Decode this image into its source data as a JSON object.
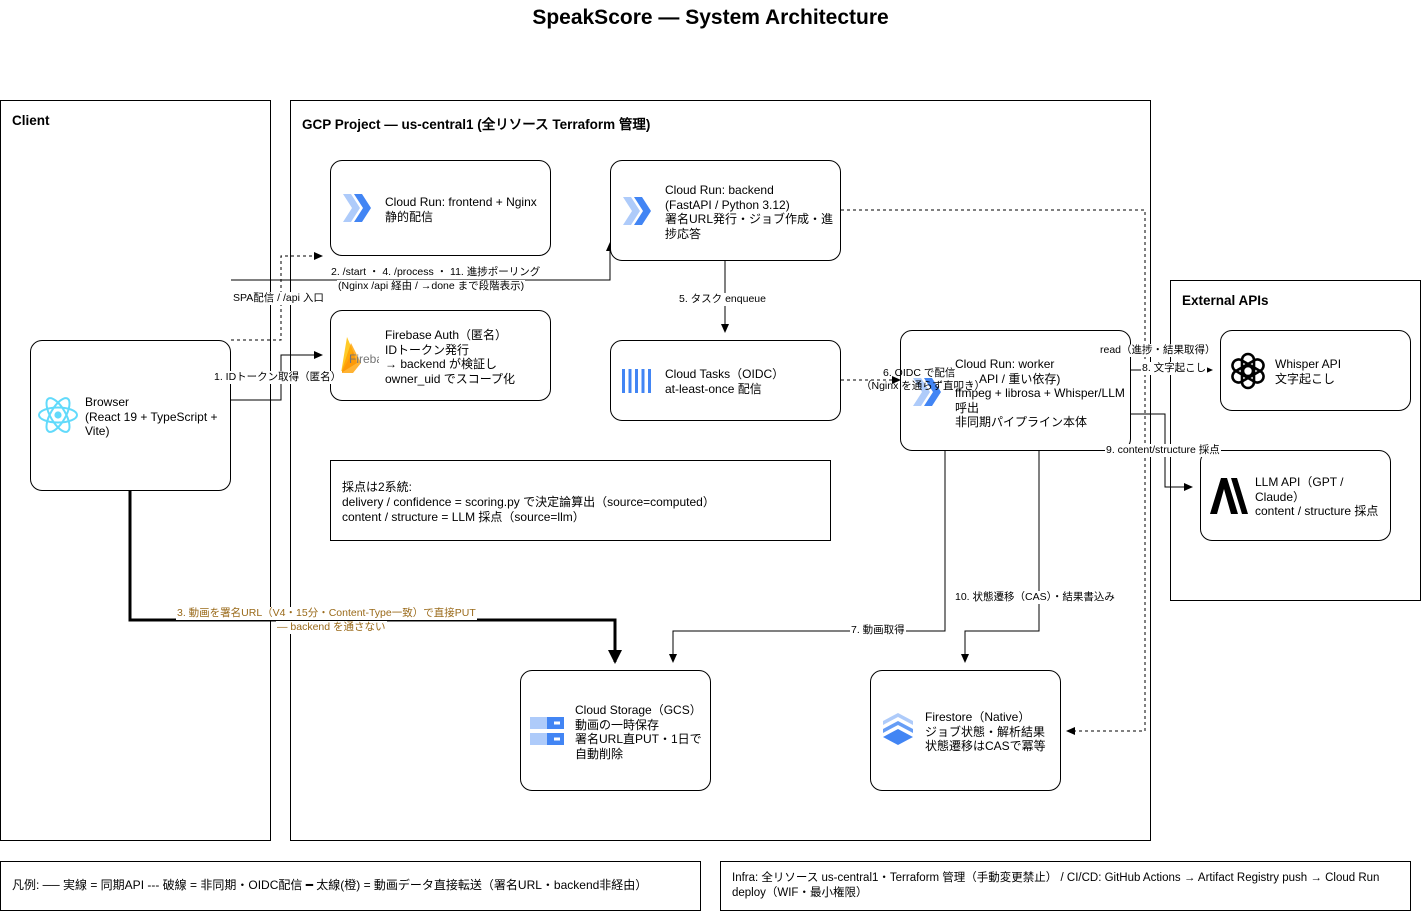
{
  "title": "SpeakScore — System Architecture",
  "containers": {
    "client": "Client",
    "gcp": "GCP Project — us-central1 (全リソース Terraform 管理)",
    "external": "External APIs"
  },
  "nodes": {
    "browser": [
      "Browser",
      "(React 19 + TypeScript +",
      "Vite)"
    ],
    "frontend": [
      "Cloud Run: frontend + Nginx",
      "静的配信"
    ],
    "backend": [
      "Cloud Run: backend",
      "(FastAPI / Python 3.12)",
      "署名URL発行・ジョブ作成・進",
      "捗応答"
    ],
    "firebase": [
      "Firebase Auth（匿名）",
      "IDトークン発行",
      "→ backend が検証し",
      "owner_uid でスコープ化"
    ],
    "tasks": [
      "Cloud Tasks（OIDC）",
      "at-least-once 配信"
    ],
    "worker": [
      "Cloud Run: worker",
      "　　API / 重い依存)",
      "ffmpeg + librosa + Whisper/LLM",
      "呼出",
      "非同期パイプライン本体"
    ],
    "whisper": [
      "Whisper API",
      "文字起こし"
    ],
    "llm": [
      "LLM API（GPT /",
      "Claude）",
      "content / structure 採点"
    ],
    "gcs": [
      "Cloud Storage（GCS）",
      "動画の一時保存",
      "署名URL直PUT・1日で",
      "自動削除"
    ],
    "firestore": [
      "Firestore（Native）",
      "ジョブ状態・解析結果",
      "状態遷移はCASで冪等"
    ]
  },
  "note_scoring": [
    "採点は2系統:",
    "delivery / confidence = scoring.py で決定論算出（source=computed）",
    "content / structure = LLM 採点（source=llm）"
  ],
  "edges": {
    "spa": "SPA配信 / /api 入口",
    "start_1": "2. /start ・ 4. /process ・ 11. 進捗ポーリング",
    "start_2": "(Nginx /api 経由 / →done まで段階表示)",
    "idtoken": "1. IDトークン取得（匿名）",
    "enqueue": "5. タスク enqueue",
    "oidc_1": "6. OIDC で配信",
    "oidc_2": "（Nginx を通らず直叩き）",
    "read": "read（進捗・結果取得）",
    "transcribe": "8. 文字起こし",
    "scoring": "9. content/structure 採点",
    "fetch": "7. 動画取得",
    "state": "10. 状態遷移（CAS）・結果書込み",
    "upload_1": "3. 動画を署名URL（V4・15分・Content-Type一致）で直接PUT",
    "upload_2": "— backend を通さない"
  },
  "legend": "凡例: ── 実線 = 同期API --- 破線 = 非同期・OIDC配信 ━ 太線(橙) = 動画データ直接転送（署名URL・backend非経由）",
  "infra": [
    "Infra: 全リソース us-central1・Terraform 管理（手動変更禁止） / CI/CD: GitHub Actions → Artifact Registry push → Cloud Run",
    "deploy（WIF・最小権限）"
  ],
  "colors": {
    "upload_label": "#9a6a1a",
    "cloud_run_blue": "#4285f4",
    "react_blue": "#61dafb",
    "firebase_orange": "#f58220"
  }
}
